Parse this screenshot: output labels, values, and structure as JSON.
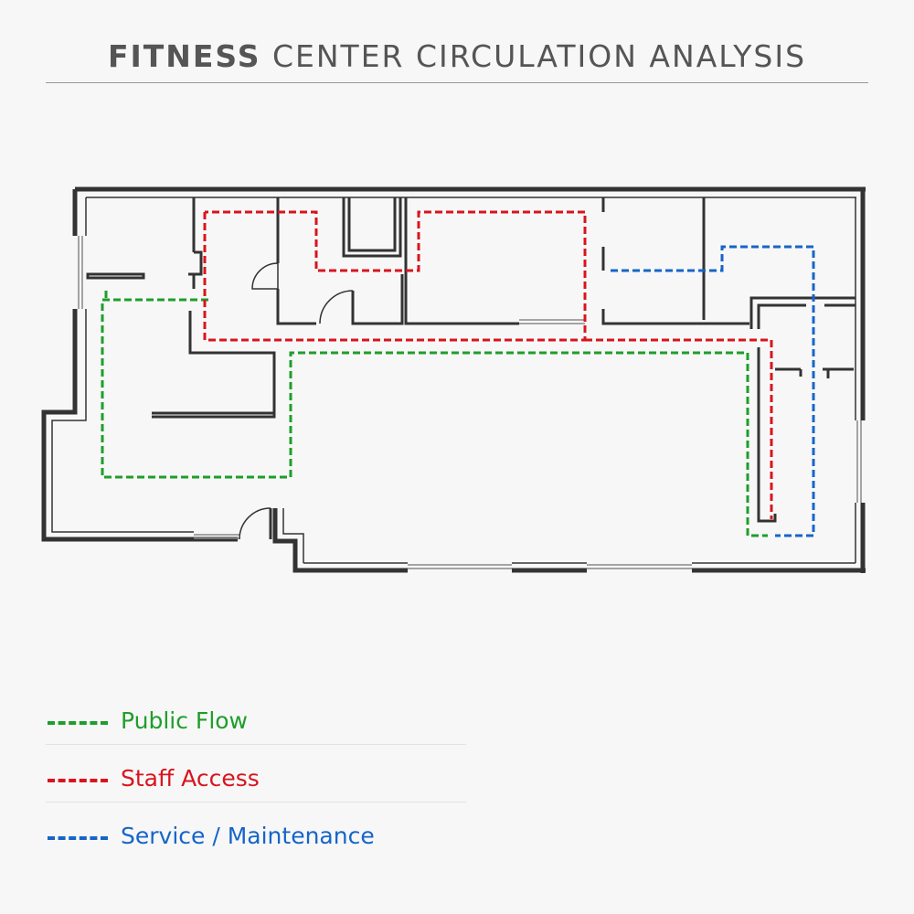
{
  "title": {
    "bold": "FITNESS",
    "rest": " CENTER CIRCULATION ANALYSIS"
  },
  "legend": {
    "items": [
      {
        "key": "public",
        "label": "Public Flow",
        "color": "#1e9e2a"
      },
      {
        "key": "staff",
        "label": "Staff Access",
        "color": "#d9141e"
      },
      {
        "key": "service",
        "label": "Service / Maintenance",
        "color": "#1565c8"
      }
    ]
  },
  "colors": {
    "wall": "#333333",
    "window": "#888888",
    "background": "#f7f7f7"
  }
}
